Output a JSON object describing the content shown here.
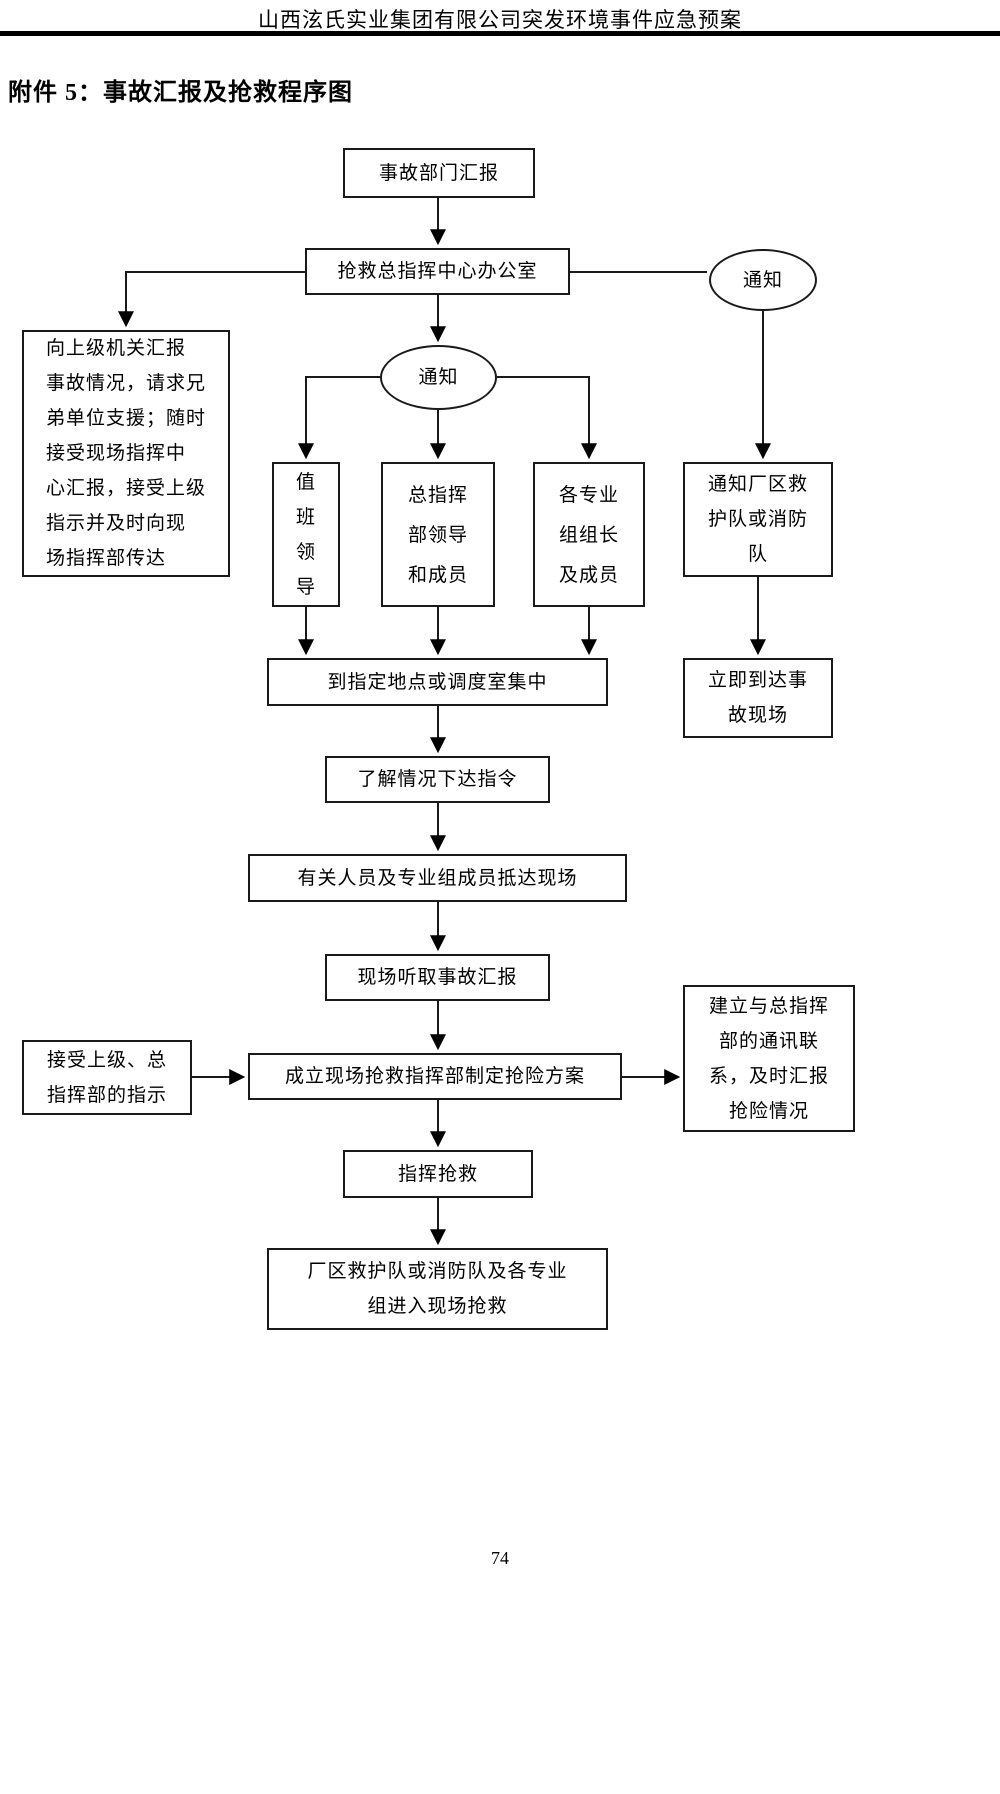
{
  "header": {
    "title": "山西泫氏实业集团有限公司突发环境事件应急预案"
  },
  "attachment": {
    "title": "附件 5：事故汇报及抢救程序图"
  },
  "footer": {
    "page_number": "74"
  },
  "flowchart": {
    "nodes": {
      "accident_dept_report": "事故部门汇报",
      "rescue_command_office": "抢救总指挥中心办公室",
      "notify_right": "通知",
      "notify_center": "通知",
      "report_to_superior": "向上级机关汇报\n事故情况，请求兄\n弟单位支援；随时\n接受现场指挥中\n心汇报，接受上级\n指示并及时向现\n场指挥部传达",
      "duty_leader": "值\n班\n领\n导",
      "hq_leaders_members": "总指挥\n部领导\n和成员",
      "group_leaders_members": "各专业\n组组长\n及成员",
      "notify_plant_rescue": "通知厂区救\n护队或消防\n队",
      "gather_location": "到指定地点或调度室集中",
      "arrive_scene_immediately": "立即到达事\n故现场",
      "understand_issue_orders": "了解情况下达指令",
      "personnel_arrive_scene": "有关人员及专业组成员抵达现场",
      "listen_accident_report": "现场听取事故汇报",
      "establish_field_hq": "成立现场抢救指挥部制定抢险方案",
      "accept_instructions": "接受上级、总\n指挥部的指示",
      "comm_link_report": "建立与总指挥\n部的通讯联\n系，及时汇报\n抢险情况",
      "command_rescue": "指挥抢救",
      "teams_enter_rescue": "厂区救护队或消防队及各专业\n组进入现场抢救"
    }
  }
}
